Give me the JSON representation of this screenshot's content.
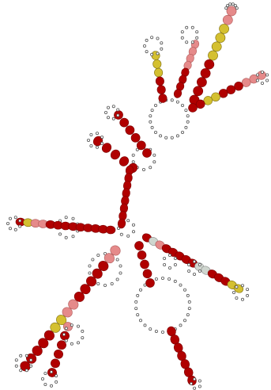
{
  "colors": {
    "paired_high": "#b00000",
    "paired_mid": "#e58a8a",
    "paired_low": "#d4c030",
    "paired_none": "#cfd6cf",
    "unpaired": "#ffffff",
    "backbone": "#8a8a8a"
  },
  "structure": {
    "helices": [
      "helix-1",
      "helix-2",
      "helix-3",
      "helix-4",
      "helix-5",
      "helix-6",
      "helix-7",
      "helix-8",
      "helix-9",
      "helix-10",
      "helix-11",
      "helix-12"
    ],
    "loops": [
      "multiloop-upper",
      "multiloop-lower",
      "internal-loop-left",
      "internal-loop-right",
      "large-internal-loop"
    ],
    "hairpins": [
      "hairpin-1",
      "hairpin-2",
      "hairpin-3",
      "hairpin-4",
      "hairpin-5",
      "hairpin-6",
      "hairpin-7",
      "hairpin-8"
    ]
  }
}
